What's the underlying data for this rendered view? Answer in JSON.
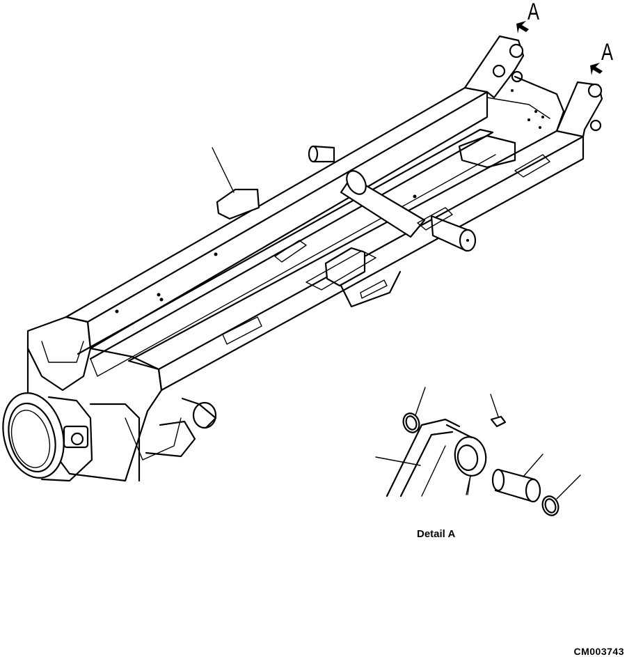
{
  "diagram": {
    "view_marker_letter": "A",
    "detail_caption": "Detail A",
    "drawing_code": "CM003743",
    "part_labels": [
      {
        "name": "frame-bracket-leader"
      },
      {
        "name": "snap-ring-leader"
      },
      {
        "name": "grease-fitting-leader"
      },
      {
        "name": "bracket-leader"
      },
      {
        "name": "bushing-leader"
      },
      {
        "name": "pin-leader"
      },
      {
        "name": "snap-ring-right-leader"
      }
    ]
  }
}
